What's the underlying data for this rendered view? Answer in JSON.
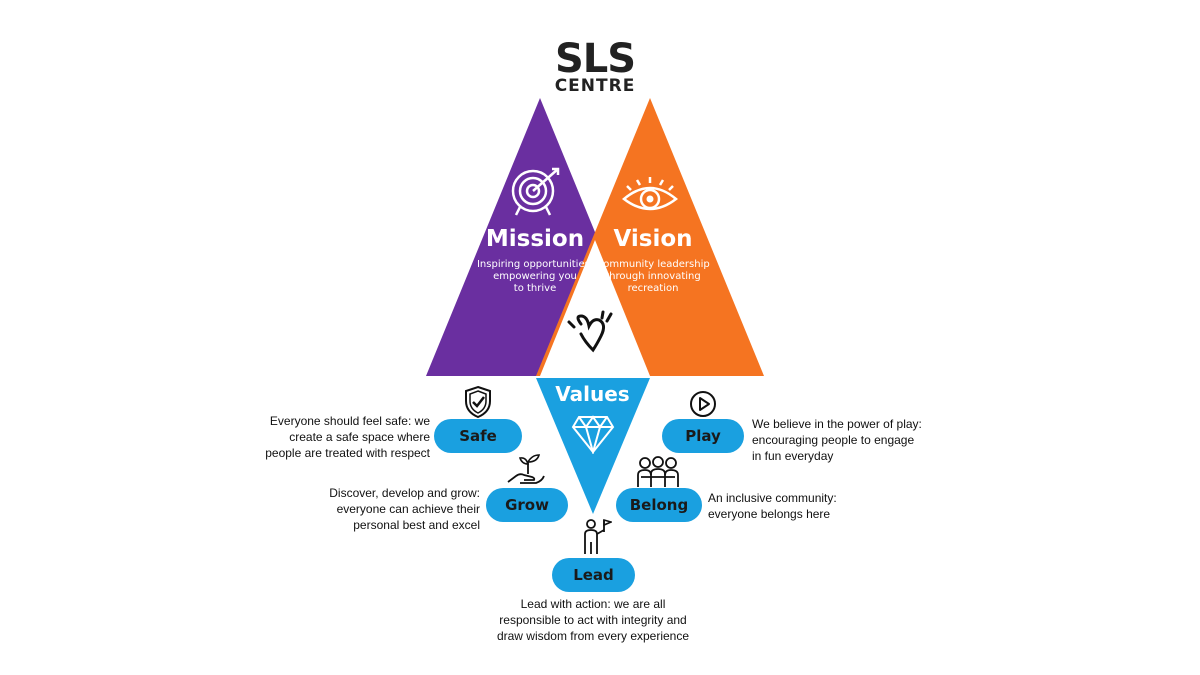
{
  "logo": {
    "line1": "SLS",
    "line2": "CENTRE"
  },
  "mission": {
    "title": "Mission",
    "text_lines": [
      "Inspiring opportunities,",
      "empowering you",
      "to thrive"
    ]
  },
  "vision": {
    "title": "Vision",
    "text_lines": [
      "Community leadership",
      "through innovating",
      "recreation"
    ]
  },
  "values": {
    "title": "Values"
  },
  "items": {
    "safe": {
      "label": "Safe",
      "lines": [
        "Everyone should feel safe:  we",
        "create a safe space where",
        "people are treated with respect"
      ]
    },
    "play": {
      "label": "Play",
      "lines": [
        "We believe in the power of play:",
        "encouraging people to engage",
        "in fun everyday"
      ]
    },
    "grow": {
      "label": "Grow",
      "lines": [
        "Discover, develop and grow:",
        "everyone can achieve their",
        "personal best and excel"
      ]
    },
    "belong": {
      "label": "Belong",
      "lines": [
        "An inclusive community:",
        "everyone belongs here"
      ]
    },
    "lead": {
      "label": "Lead",
      "lines": [
        "Lead with action: we are all",
        "responsible to act with integrity and",
        "draw wisdom from every experience"
      ]
    }
  },
  "colors": {
    "purple": "#6a2fa0",
    "orange": "#f57421",
    "blue": "#1aa0e0",
    "text": "#111111"
  },
  "icons": {
    "mission": "target-icon",
    "vision": "eye-icon",
    "heart": "heart-logo-icon",
    "values": "diamond-icon",
    "safe": "shield-check-icon",
    "play": "play-circle-icon",
    "grow": "hand-plant-icon",
    "belong": "group-people-icon",
    "lead": "person-flag-icon"
  }
}
